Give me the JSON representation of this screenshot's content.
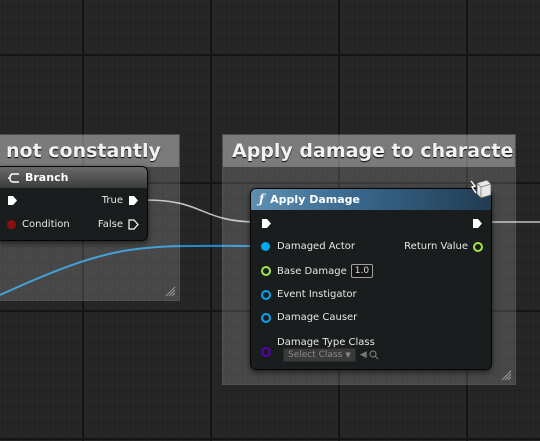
{
  "comments": {
    "left": {
      "title": "not constantly"
    },
    "right": {
      "title": "Apply damage to character"
    }
  },
  "branch_node": {
    "title": "Branch",
    "true_label": "True",
    "false_label": "False",
    "condition_label": "Condition"
  },
  "apply_damage_node": {
    "title": "Apply Damage",
    "pins_in": {
      "damaged_actor": "Damaged Actor",
      "base_damage": "Base Damage",
      "base_damage_value": "1.0",
      "event_instigator": "Event Instigator",
      "damage_causer": "Damage Causer",
      "damage_type_class": "Damage Type Class",
      "damage_type_select": "Select Class"
    },
    "pins_out": {
      "return_value": "Return Value"
    }
  },
  "colors": {
    "exec": "#ffffff",
    "bool": "#8c0e0e",
    "float": "#a2e84a",
    "object": "#00a8f2",
    "class": "#5a00b0",
    "wire_object": "#1f8fd0"
  },
  "icons": [
    "branch-icon",
    "function-icon",
    "server-authority-icon",
    "resize-grip-icon",
    "arrow-left-icon",
    "search-icon"
  ]
}
